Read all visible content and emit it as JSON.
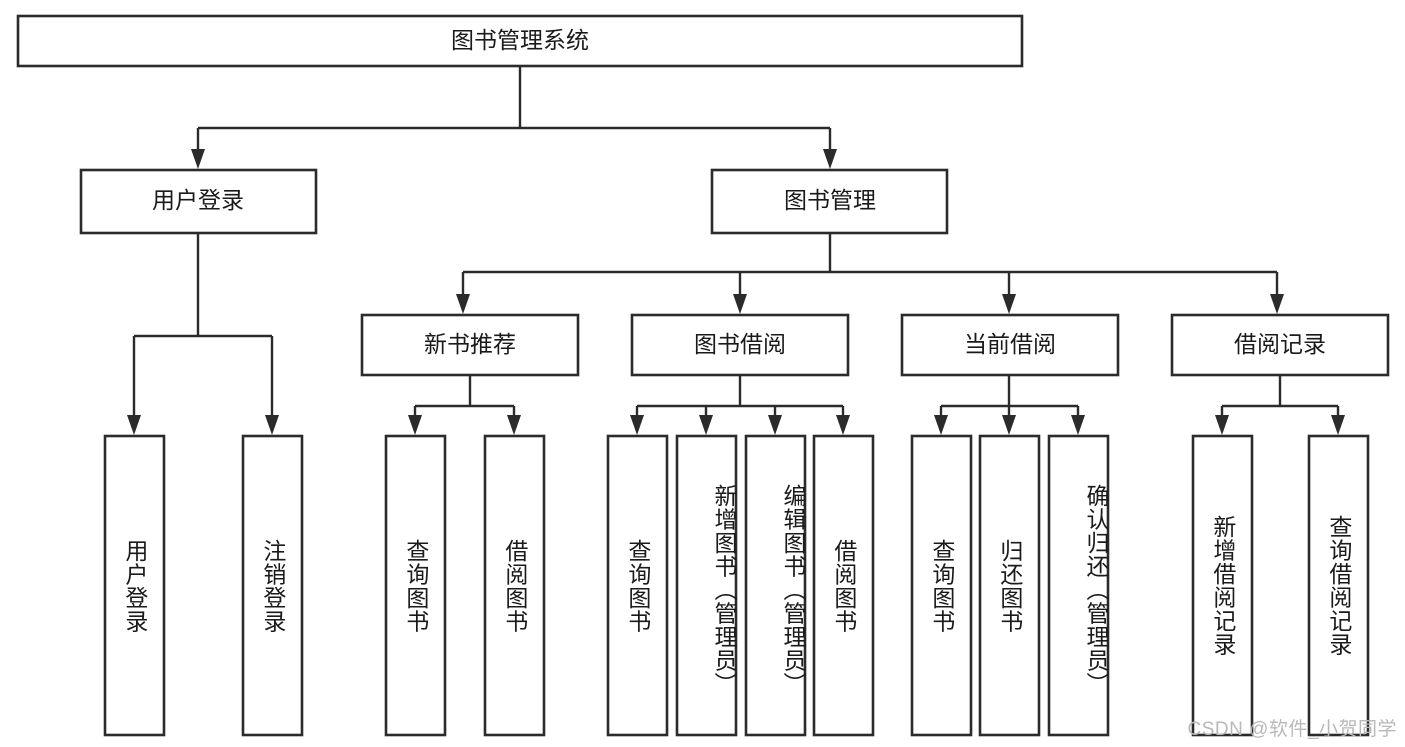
{
  "diagram": {
    "type": "tree",
    "title": "图书管理系统",
    "orientation": "top-down",
    "colors": {
      "box_stroke": "#2b2b2b",
      "box_fill": "#ffffff",
      "connector": "#2b2b2b",
      "text": "#1a1a1a",
      "watermark": "#b8b8b8",
      "background": "#ffffff"
    },
    "root": {
      "label": "图书管理系统",
      "orientation": "horizontal"
    },
    "level2": [
      {
        "id": "user-login",
        "label": "用户登录",
        "orientation": "horizontal"
      },
      {
        "id": "book-manage",
        "label": "图书管理",
        "orientation": "horizontal"
      }
    ],
    "level3": [
      {
        "id": "new-book-recommend",
        "label": "新书推荐",
        "parent": "book-manage",
        "orientation": "horizontal"
      },
      {
        "id": "book-borrow",
        "label": "图书借阅",
        "parent": "book-manage",
        "orientation": "horizontal"
      },
      {
        "id": "current-borrow",
        "label": "当前借阅",
        "parent": "book-manage",
        "orientation": "horizontal"
      },
      {
        "id": "borrow-record",
        "label": "借阅记录",
        "parent": "book-manage",
        "orientation": "horizontal"
      }
    ],
    "leaves": [
      {
        "id": "leaf-user-login",
        "label": "用户登录",
        "parent": "user-login",
        "orientation": "vertical"
      },
      {
        "id": "leaf-logout-login",
        "label": "注销登录",
        "parent": "user-login",
        "orientation": "vertical"
      },
      {
        "id": "leaf-query-book-1",
        "label": "查询图书",
        "parent": "new-book-recommend",
        "orientation": "vertical"
      },
      {
        "id": "leaf-borrow-book-1",
        "label": "借阅图书",
        "parent": "new-book-recommend",
        "orientation": "vertical"
      },
      {
        "id": "leaf-query-book-2",
        "label": "查询图书",
        "parent": "book-borrow",
        "orientation": "vertical"
      },
      {
        "id": "leaf-add-book",
        "label": "新增图书（管理员）",
        "parent": "book-borrow",
        "orientation": "vertical"
      },
      {
        "id": "leaf-edit-book",
        "label": "编辑图书（管理员）",
        "parent": "book-borrow",
        "orientation": "vertical"
      },
      {
        "id": "leaf-borrow-book-2",
        "label": "借阅图书",
        "parent": "book-borrow",
        "orientation": "vertical"
      },
      {
        "id": "leaf-query-book-3",
        "label": "查询图书",
        "parent": "current-borrow",
        "orientation": "vertical"
      },
      {
        "id": "leaf-return-book",
        "label": "归还图书",
        "parent": "current-borrow",
        "orientation": "vertical"
      },
      {
        "id": "leaf-confirm-return",
        "label": "确认归还（管理员）",
        "parent": "current-borrow",
        "orientation": "vertical"
      },
      {
        "id": "leaf-add-record",
        "label": "新增借阅记录",
        "parent": "borrow-record",
        "orientation": "vertical"
      },
      {
        "id": "leaf-query-record",
        "label": "查询借阅记录",
        "parent": "borrow-record",
        "orientation": "vertical"
      }
    ]
  },
  "watermark": {
    "text": "CSDN @软件_小贺同学"
  }
}
